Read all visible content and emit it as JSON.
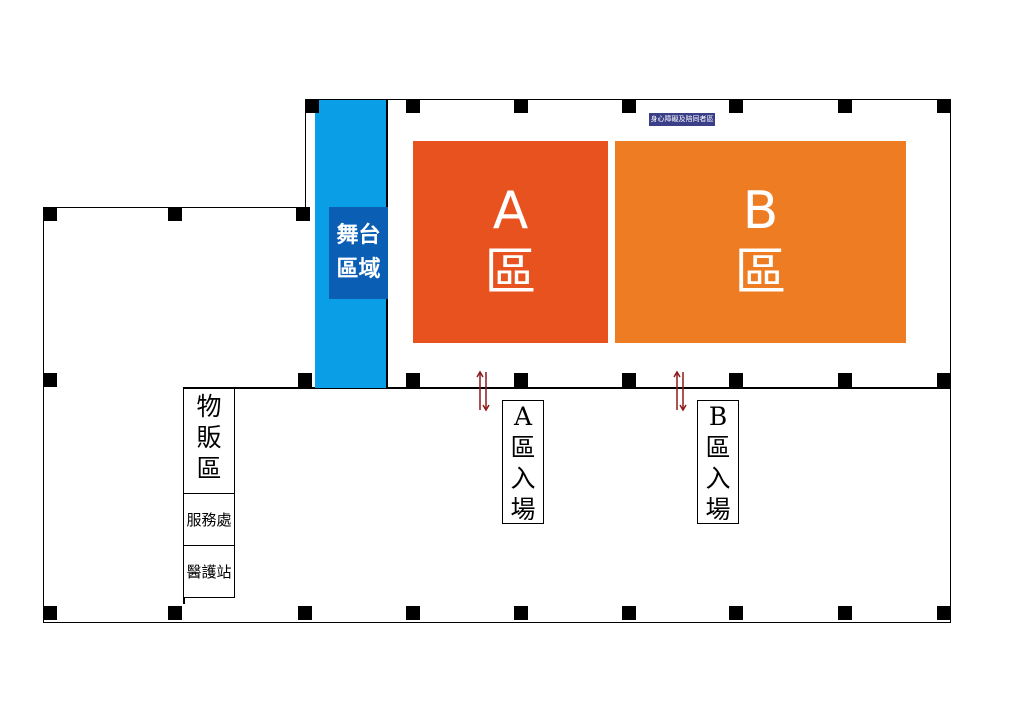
{
  "map": {
    "stage_area": {
      "line1": "舞台",
      "line2": "區域",
      "color": "#0a9ee6",
      "label_bg": "#0a5fb4"
    },
    "zone_a": {
      "letter": "A",
      "label": "區",
      "color": "#e8521f"
    },
    "zone_b": {
      "letter": "B",
      "label": "區",
      "color": "#ee7c23"
    },
    "accessible_area": {
      "label": "身心障礙及陪同者區",
      "color": "#3a3f88"
    },
    "entrance_a": {
      "chars": [
        "A",
        "區",
        "入",
        "場"
      ]
    },
    "entrance_b": {
      "chars": [
        "B",
        "區",
        "入",
        "場"
      ]
    },
    "merchandise": {
      "chars": [
        "物",
        "販",
        "區"
      ]
    },
    "service_desk": {
      "label": "服務處"
    },
    "medical_station": {
      "label": "醫護站"
    },
    "arrow_icon": "up-down-arrow",
    "arrow_color": "#8b1a1a"
  }
}
